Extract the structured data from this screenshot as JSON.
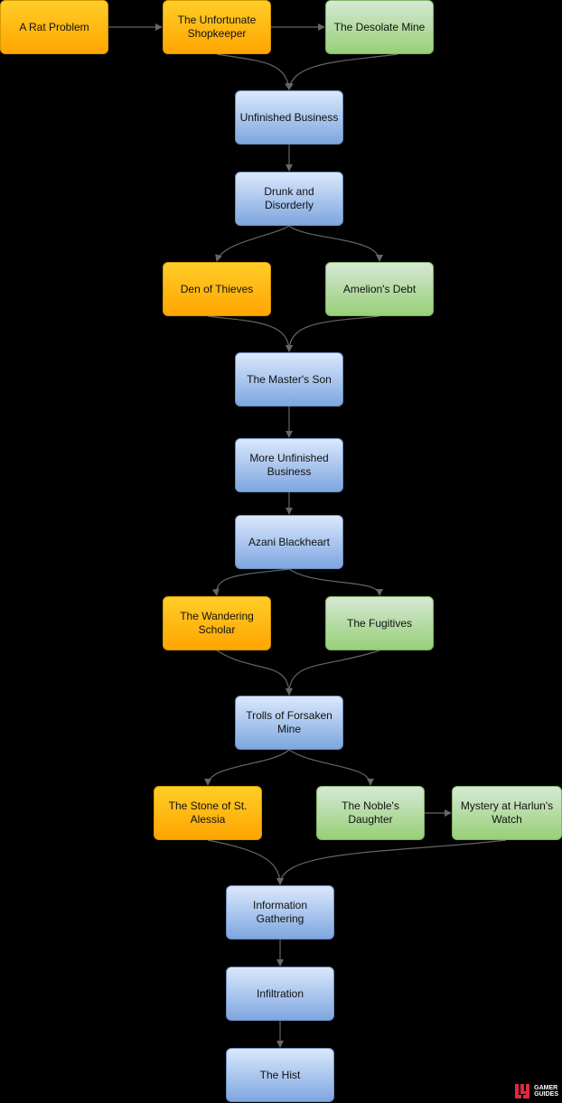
{
  "colors": {
    "background": "#000000",
    "edge": "#666666",
    "orange": "#ffa500",
    "green": "#97d077",
    "blue": "#7ea6e0",
    "logo_red": "#e0283c"
  },
  "nodes": [
    {
      "id": "a-rat-problem",
      "label": "A Rat Problem",
      "color": "orange"
    },
    {
      "id": "the-unfortunate-shopkeeper",
      "label": "The Unfortunate Shopkeeper",
      "color": "orange"
    },
    {
      "id": "the-desolate-mine",
      "label": "The Desolate Mine",
      "color": "green"
    },
    {
      "id": "unfinished-business",
      "label": "Unfinished Business",
      "color": "blue"
    },
    {
      "id": "drunk-and-disorderly",
      "label": "Drunk and Disorderly",
      "color": "blue"
    },
    {
      "id": "den-of-thieves",
      "label": "Den of Thieves",
      "color": "orange"
    },
    {
      "id": "amelions-debt",
      "label": "Amelion's Debt",
      "color": "green"
    },
    {
      "id": "the-masters-son",
      "label": "The Master's Son",
      "color": "blue"
    },
    {
      "id": "more-unfinished-business",
      "label": "More Unfinished Business",
      "color": "blue"
    },
    {
      "id": "azani-blackheart",
      "label": "Azani Blackheart",
      "color": "blue"
    },
    {
      "id": "the-wandering-scholar",
      "label": "The Wandering Scholar",
      "color": "orange"
    },
    {
      "id": "the-fugitives",
      "label": "The Fugitives",
      "color": "green"
    },
    {
      "id": "trolls-of-forsaken-mine",
      "label": "Trolls of Forsaken Mine",
      "color": "blue"
    },
    {
      "id": "the-stone-of-st-alessia",
      "label": "The Stone of St. Alessia",
      "color": "orange"
    },
    {
      "id": "the-nobles-daughter",
      "label": "The Noble's Daughter",
      "color": "green"
    },
    {
      "id": "mystery-at-harluns-watch",
      "label": "Mystery at Harlun's Watch",
      "color": "green"
    },
    {
      "id": "information-gathering",
      "label": "Information Gathering",
      "color": "blue"
    },
    {
      "id": "infiltration",
      "label": "Infiltration",
      "color": "blue"
    },
    {
      "id": "the-hist",
      "label": "The Hist",
      "color": "blue"
    }
  ],
  "edges": [
    {
      "from": "a-rat-problem",
      "to": "the-unfortunate-shopkeeper"
    },
    {
      "from": "the-unfortunate-shopkeeper",
      "to": "the-desolate-mine"
    },
    {
      "from": "the-unfortunate-shopkeeper",
      "to": "unfinished-business"
    },
    {
      "from": "the-desolate-mine",
      "to": "unfinished-business"
    },
    {
      "from": "unfinished-business",
      "to": "drunk-and-disorderly"
    },
    {
      "from": "drunk-and-disorderly",
      "to": "den-of-thieves"
    },
    {
      "from": "drunk-and-disorderly",
      "to": "amelions-debt"
    },
    {
      "from": "den-of-thieves",
      "to": "the-masters-son"
    },
    {
      "from": "amelions-debt",
      "to": "the-masters-son"
    },
    {
      "from": "the-masters-son",
      "to": "more-unfinished-business"
    },
    {
      "from": "more-unfinished-business",
      "to": "azani-blackheart"
    },
    {
      "from": "azani-blackheart",
      "to": "the-wandering-scholar"
    },
    {
      "from": "azani-blackheart",
      "to": "the-fugitives"
    },
    {
      "from": "the-wandering-scholar",
      "to": "trolls-of-forsaken-mine"
    },
    {
      "from": "the-fugitives",
      "to": "trolls-of-forsaken-mine"
    },
    {
      "from": "trolls-of-forsaken-mine",
      "to": "the-stone-of-st-alessia"
    },
    {
      "from": "trolls-of-forsaken-mine",
      "to": "the-nobles-daughter"
    },
    {
      "from": "the-nobles-daughter",
      "to": "mystery-at-harluns-watch"
    },
    {
      "from": "the-stone-of-st-alessia",
      "to": "information-gathering"
    },
    {
      "from": "mystery-at-harluns-watch",
      "to": "information-gathering"
    },
    {
      "from": "information-gathering",
      "to": "infiltration"
    },
    {
      "from": "infiltration",
      "to": "the-hist"
    }
  ],
  "watermark": {
    "line1": "GAMER",
    "line2": "GUIDES",
    "icon": "gamer-guides-logo-icon"
  }
}
